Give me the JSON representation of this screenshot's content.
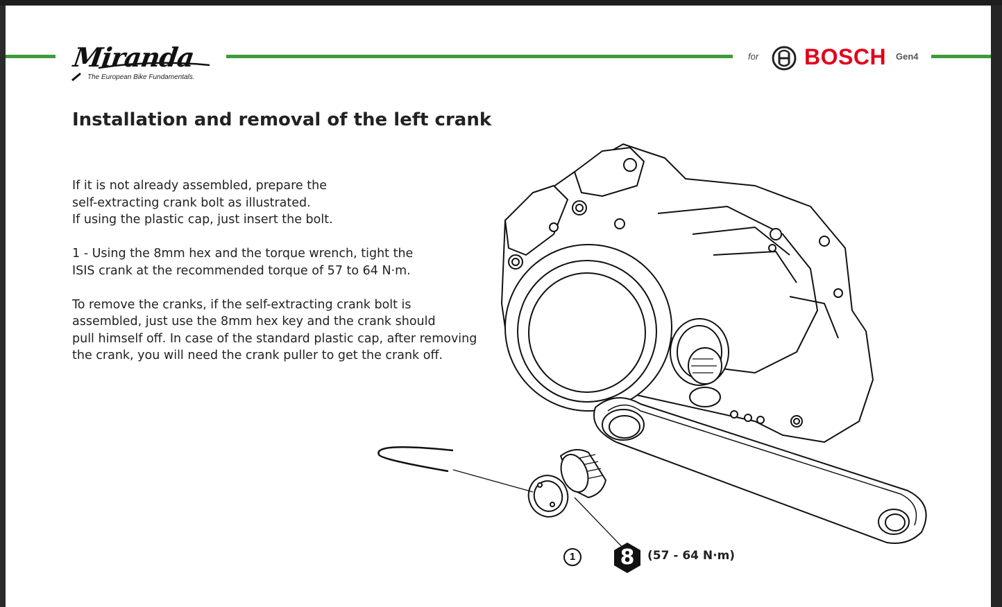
{
  "header": {
    "logo": {
      "wordmark": "Miranda",
      "tagline": "The European Bike Fundamentals."
    },
    "brand": {
      "prefix": "for",
      "name": "BOSCH",
      "generation": "Gen4",
      "accent_color": "#e2001a"
    },
    "rule_color": "#3f9a3c"
  },
  "content": {
    "title": "Installation and removal of the left crank",
    "paragraphs": [
      [
        "If it is not  already assembled, prepare the",
        "self-extracting  crank bolt as illustrated.",
        "If using the plastic cap, just insert the bolt."
      ],
      [
        "1 - Using the 8mm hex and the torque wrench, tight the",
        "ISIS crank at the recommended torque of 57 to 64 N·m."
      ],
      [
        "To remove the cranks, if the self-extracting crank bolt is",
        "assembled, just use the 8mm hex key and the crank should",
        "pull himself off. In case of the standard plastic cap, after removing",
        "the crank, you will need the crank puller to get the crank off."
      ]
    ]
  },
  "figure": {
    "step_number": "1",
    "hex_size": "8",
    "torque": "(57 - 64 N·m)"
  }
}
